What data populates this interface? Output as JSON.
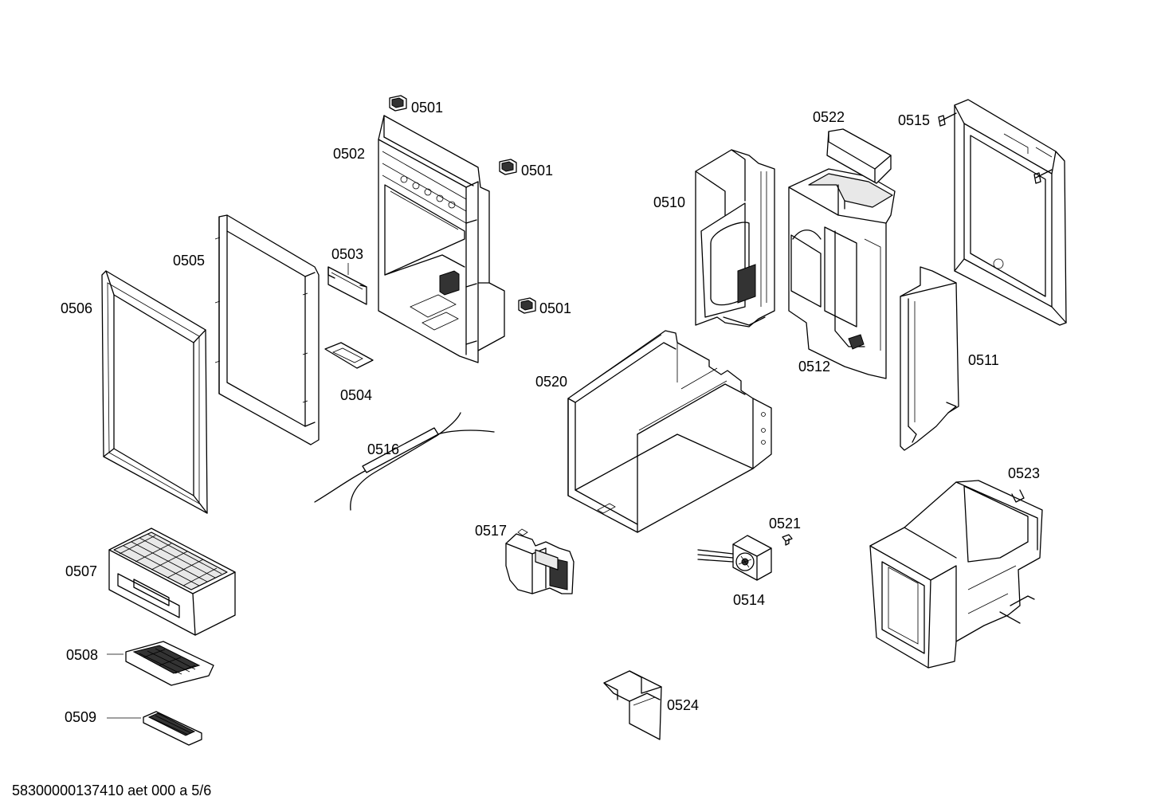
{
  "diagram": {
    "labels": {
      "p0501a": "0501",
      "p0501b": "0501",
      "p0501c": "0501",
      "p0502": "0502",
      "p0503": "0503",
      "p0504": "0504",
      "p0505": "0505",
      "p0506": "0506",
      "p0507": "0507",
      "p0508": "0508",
      "p0509": "0509",
      "p0510": "0510",
      "p0511": "0511",
      "p0512": "0512",
      "p0514": "0514",
      "p0515": "0515",
      "p0516": "0516",
      "p0517": "0517",
      "p0520": "0520",
      "p0521": "0521",
      "p0522": "0522",
      "p0523": "0523",
      "p0524": "0524"
    },
    "footer": "58300000137410 aet 000 a 5/6"
  }
}
